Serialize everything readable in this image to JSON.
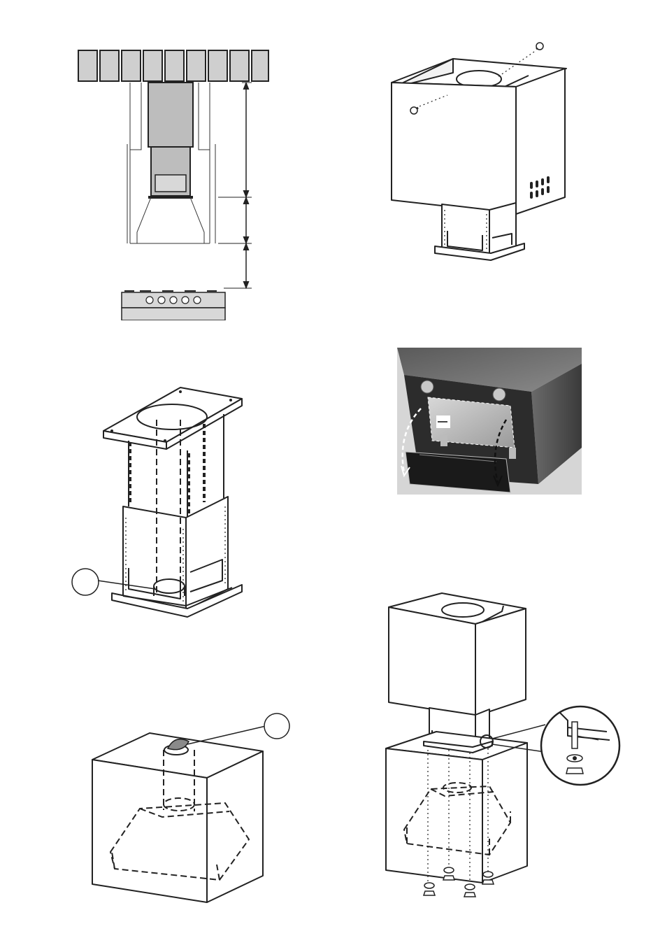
{
  "figures": [
    {
      "id": "fig-height-clearance",
      "icon": "hood-height-clearance-diagram"
    },
    {
      "id": "fig-chimney-screws",
      "icon": "chimney-cover-screw-fixing"
    },
    {
      "id": "fig-support-frame",
      "icon": "telescopic-support-frame",
      "callout": ""
    },
    {
      "id": "fig-filter-panel-photo",
      "icon": "open-filter-panel-photo"
    },
    {
      "id": "fig-hood-duct-flap",
      "icon": "hood-body-with-duct-flap",
      "callout": ""
    },
    {
      "id": "fig-hood-mounting",
      "icon": "hood-mounting-bolts-detail"
    }
  ],
  "colors": {
    "line": "#222222",
    "panel": "#d8d8d8",
    "steel": "#6e6e6e",
    "steel_dark": "#3c3c3c"
  }
}
